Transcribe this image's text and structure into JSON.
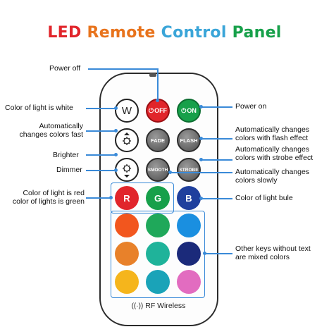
{
  "title": {
    "words": [
      {
        "text": "LED",
        "color": "#e1252b"
      },
      {
        "text": "Remote",
        "color": "#e8731c"
      },
      {
        "text": "Control",
        "color": "#3aa5d8"
      },
      {
        "text": "Panel",
        "color": "#17a04a"
      }
    ]
  },
  "buttons": {
    "white": "W",
    "off": "OFF",
    "on": "ON",
    "fade": "FADE",
    "flash": "FLASH",
    "smooth": "SMOOTH",
    "strobe": "STROBE",
    "red": "R",
    "green": "G",
    "blue": "B"
  },
  "color_keys": [
    "#f2561e",
    "#1fa85a",
    "#1a8fe0",
    "#e8812a",
    "#1fb39a",
    "#1b2a7a",
    "#f5b51c",
    "#1aa3b8",
    "#e26cc0"
  ],
  "footer": "RF Wireless",
  "labels": {
    "power_off": "Power off",
    "white": "Color of light is white",
    "fast_1": "Automatically",
    "fast_2": "changes colors fast",
    "brighter": "Brighter",
    "dimmer": "Dimmer",
    "red_green_1": "Color of light is red",
    "red_green_2": "color of lights is green",
    "power_on": "Power on",
    "flash_1": "Automatically changes",
    "flash_2": "colors with flash effect",
    "strobe_1": "Automatically changes",
    "strobe_2": "colors with strobe effect",
    "slow_1": "Automatically changes",
    "slow_2": "colors slowly",
    "blue": "Color of light bule",
    "other_1": "Other keys without text",
    "other_2": "are mixed colors"
  }
}
